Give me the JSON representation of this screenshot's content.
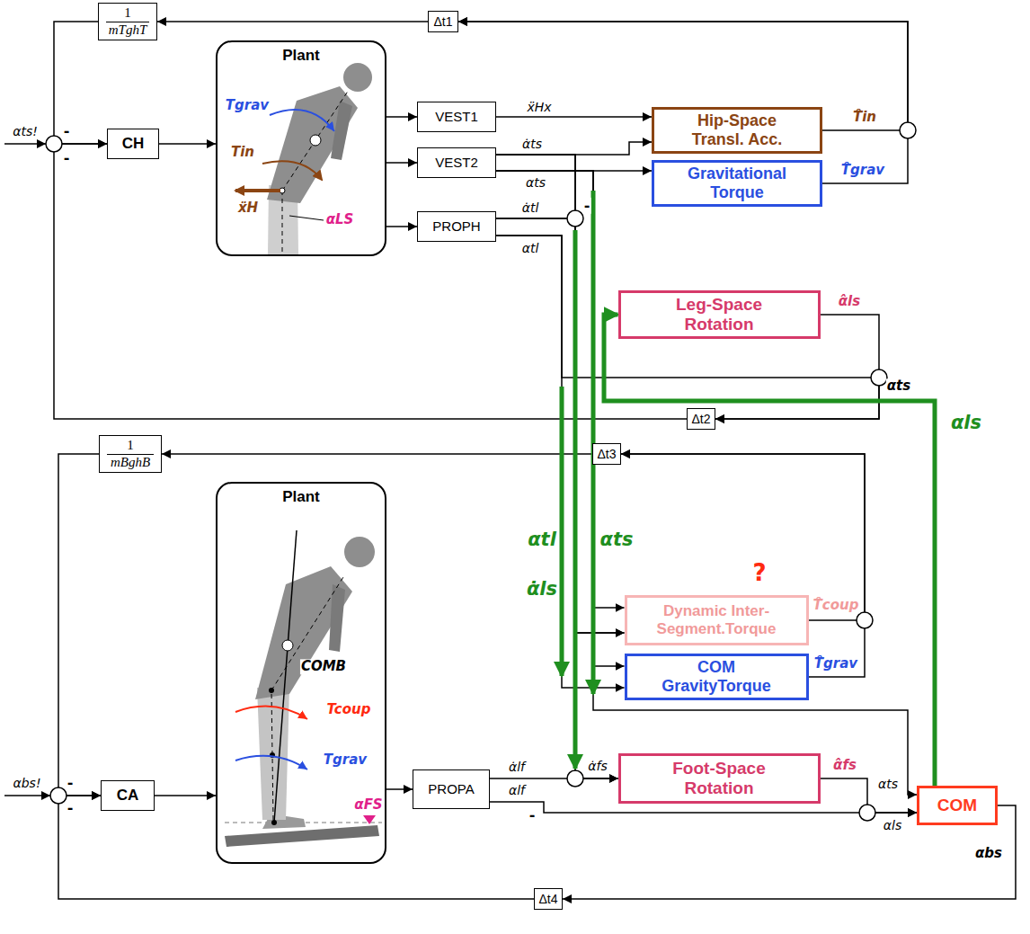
{
  "diagram": {
    "nodes": [
      {
        "text": [
          "1",
          "mTghT"
        ]
      },
      {
        "text": [
          "Δt1"
        ]
      },
      {
        "text": [
          "Plant"
        ]
      },
      {
        "text": [
          "VEST1"
        ]
      },
      {
        "text": [
          "VEST2"
        ]
      },
      {
        "text": [
          "PROPH"
        ]
      },
      {
        "text": [
          "Hip-Space Transl. Acc."
        ]
      },
      {
        "text": [
          "Gravitational Torque"
        ]
      },
      {
        "text": [
          "CH"
        ]
      },
      {
        "text": [
          "Leg-Space Rotation"
        ]
      },
      {
        "text": [
          "Δt2"
        ]
      },
      {
        "text": [
          "1",
          "mBghB"
        ]
      },
      {
        "text": [
          "Δt3"
        ]
      },
      {
        "text": [
          "Plant"
        ]
      },
      {
        "text": [
          "CA"
        ]
      },
      {
        "text": [
          "PROPA"
        ]
      },
      {
        "text": [
          "Dynamic Inter- Segment.Torque"
        ]
      },
      {
        "text": [
          "COM GravityTorque"
        ]
      },
      {
        "text": [
          "Foot-Space Rotation"
        ]
      },
      {
        "text": [
          "COM"
        ]
      },
      {
        "text": [
          "Δt4"
        ]
      }
    ],
    "edges": [
      {
        "from": 8,
        "to": 2,
        "arrow": "to"
      },
      {
        "from": 2,
        "to": 3,
        "arrow": "to"
      },
      {
        "from": 2,
        "to": 4,
        "arrow": "to"
      },
      {
        "from": 2,
        "to": 5,
        "arrow": "to"
      },
      {
        "from": 3,
        "to": 6,
        "arrow": "to"
      },
      {
        "from": 4,
        "to": 6,
        "arrow": "to"
      },
      {
        "from": 4,
        "to": 7,
        "arrow": "to"
      },
      {
        "from": 6,
        "to": 1,
        "arrow": "to"
      },
      {
        "from": 7,
        "to": 1,
        "arrow": "to"
      },
      {
        "from": 1,
        "to": 0,
        "arrow": "to"
      },
      {
        "from": 0,
        "to": 8,
        "arrow": "to"
      },
      {
        "from": 10,
        "to": 8,
        "arrow": "to"
      },
      {
        "from": 9,
        "to": 10,
        "arrow": "to"
      },
      {
        "from": 5,
        "to": 10,
        "arrow": "to"
      },
      {
        "from": 4,
        "to": 16,
        "arrow": "to"
      },
      {
        "from": 4,
        "to": 17,
        "arrow": "to"
      },
      {
        "from": 4,
        "to": 19,
        "arrow": "to"
      },
      {
        "from": 4,
        "to": 16,
        "arrow": "to"
      },
      {
        "from": 5,
        "to": 16,
        "arrow": "to"
      },
      {
        "from": 4,
        "to": 18,
        "arrow": "to"
      },
      {
        "from": 5,
        "to": 18,
        "arrow": "to"
      },
      {
        "from": 5,
        "to": 17,
        "arrow": "to"
      },
      {
        "from": 19,
        "to": 9,
        "arrow": "to"
      },
      {
        "from": 16,
        "to": 12,
        "arrow": "to"
      },
      {
        "from": 17,
        "to": 12,
        "arrow": "to"
      },
      {
        "from": 12,
        "to": 11,
        "arrow": "to"
      },
      {
        "from": 11,
        "to": 14,
        "arrow": "to"
      },
      {
        "from": 20,
        "to": 14,
        "arrow": "to"
      },
      {
        "from": 14,
        "to": 13,
        "arrow": "to"
      },
      {
        "from": 13,
        "to": 15,
        "arrow": "to"
      },
      {
        "from": 15,
        "to": 18,
        "arrow": "to"
      },
      {
        "from": 15,
        "to": 19,
        "arrow": "to"
      },
      {
        "from": 18,
        "to": 19,
        "arrow": "to"
      },
      {
        "from": 19,
        "to": 20,
        "arrow": "to"
      }
    ],
    "labels": [
      "αts!",
      "-",
      "-",
      "Tgrav",
      "Tin",
      "ẍH",
      "αLS",
      "ẍHx",
      "α̇ts",
      "αts",
      "α̇tl",
      "-",
      "αtl",
      "T̂in",
      "T̂grav",
      "α̂ls",
      "αts",
      "αls",
      "αtl",
      "αts",
      "α̇ls",
      "?",
      "T̂coup",
      "T̂grav",
      "COMB",
      "Tcoup",
      "Tgrav",
      "αFS",
      "αbs!",
      "-",
      "-",
      "α̇lf",
      "α̇fs",
      "α̂fs",
      "αts",
      "αlf",
      "-",
      "αls",
      "αbs"
    ]
  }
}
